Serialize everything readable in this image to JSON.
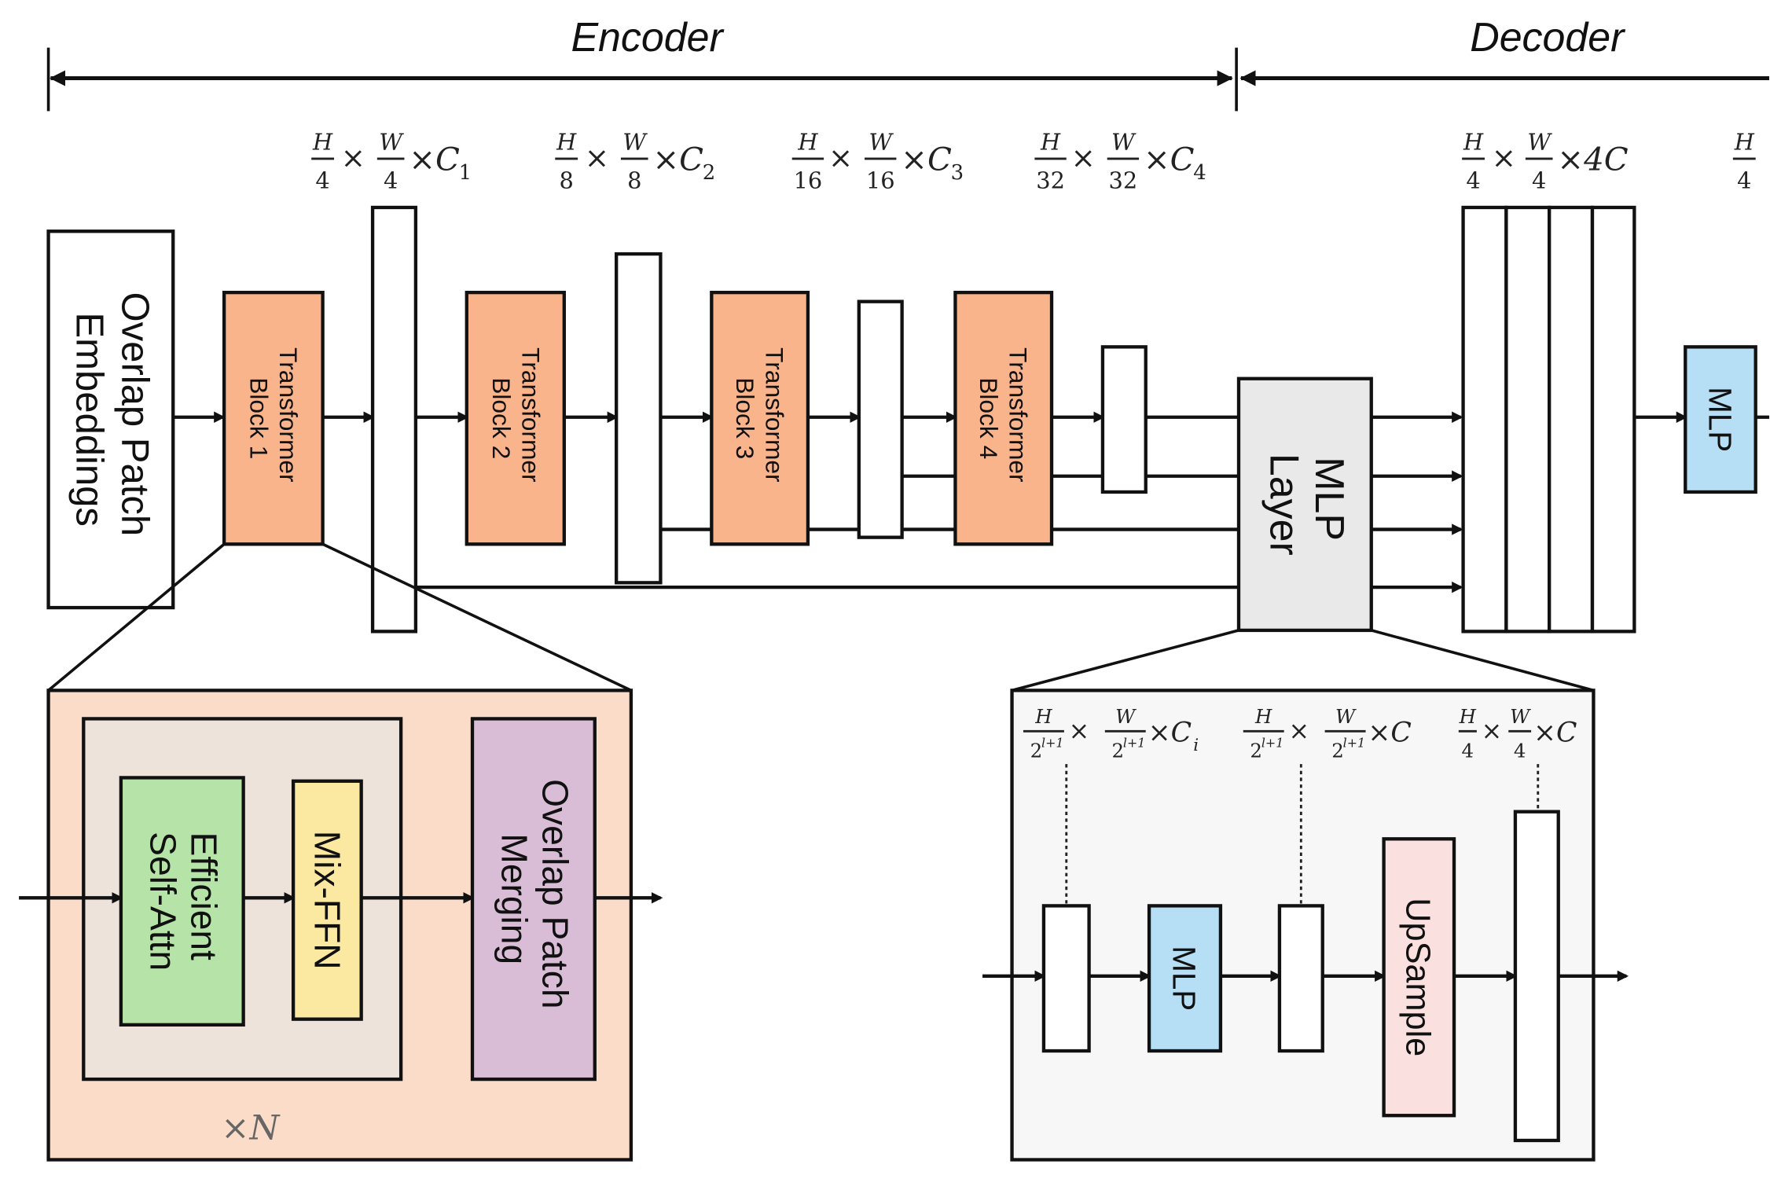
{
  "header": {
    "encoder_label": "Encoder",
    "decoder_label": "Decoder"
  },
  "dims": [
    {
      "num1": "H",
      "den1": "4",
      "num2": "W",
      "den2": "4",
      "tail": "×C",
      "sub": "1"
    },
    {
      "num1": "H",
      "den1": "8",
      "num2": "W",
      "den2": "8",
      "tail": "×C",
      "sub": "2"
    },
    {
      "num1": "H",
      "den1": "16",
      "num2": "W",
      "den2": "16",
      "tail": "×C",
      "sub": "3"
    },
    {
      "num1": "H",
      "den1": "32",
      "num2": "W",
      "den2": "32",
      "tail": "×C",
      "sub": "4"
    },
    {
      "num1": "H",
      "den1": "4",
      "num2": "W",
      "den2": "4",
      "tail": "×4C",
      "sub": ""
    },
    {
      "num1": "H",
      "den1": "4"
    }
  ],
  "encoder": {
    "patch_embed": [
      "Overlap Patch",
      "Embeddings"
    ],
    "blocks": [
      [
        "Transformer",
        "Block 1"
      ],
      [
        "Transformer",
        "Block 2"
      ],
      [
        "Transformer",
        "Block 3"
      ],
      [
        "Transformer",
        "Block 4"
      ]
    ]
  },
  "decoder": {
    "mlp_layer": [
      "MLP",
      "Layer"
    ],
    "mlp_head": "MLP"
  },
  "block_detail": {
    "attn": [
      "Efficient",
      "Self-Attn"
    ],
    "ffn": "Mix-FFN",
    "merge": [
      "Overlap Patch",
      "Merging"
    ],
    "repeat": "×N"
  },
  "mlp_detail": {
    "dims": [
      {
        "num1": "H",
        "den1": "2",
        "den1sup": "l+1",
        "num2": "W",
        "den2": "2",
        "den2sup": "l+1",
        "tail": "×C",
        "sub": "i"
      },
      {
        "num1": "H",
        "den1": "2",
        "den1sup": "l+1",
        "num2": "W",
        "den2": "2",
        "den2sup": "l+1",
        "tail": "×C",
        "sub": ""
      },
      {
        "num1": "H",
        "den1": "4",
        "den1sup": "",
        "num2": "W",
        "den2": "4",
        "den2sup": "",
        "tail": "×C",
        "sub": ""
      }
    ],
    "mlp": "MLP",
    "upsample": "UpSample"
  },
  "colors": {
    "transformer": "#f9b48c",
    "panel_peach": "#fbdcc8",
    "panel_inner": "#ede3db",
    "attn_green": "#b6e3a7",
    "ffn_yellow": "#fbe9a2",
    "merge_purple": "#d9bcd6",
    "mlp_blue": "#b6def5",
    "upsample_pink": "#fbe0e0",
    "mlp_layer_gray": "#e9e9e9",
    "mlp_panel": "#f7f7f7"
  }
}
